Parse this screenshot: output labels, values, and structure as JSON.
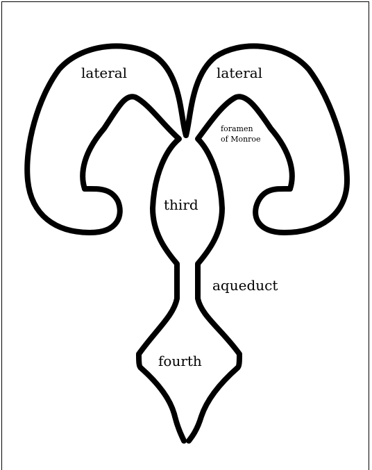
{
  "diagram": {
    "labels": {
      "lateral_left": "lateral",
      "lateral_right": "lateral",
      "foramen_line1": "foramen",
      "foramen_line2": "of Monroe",
      "third": "third",
      "aqueduct": "aqueduct",
      "fourth": "fourth"
    },
    "colors": {
      "outline": "#000000",
      "background": "#ffffff"
    }
  }
}
